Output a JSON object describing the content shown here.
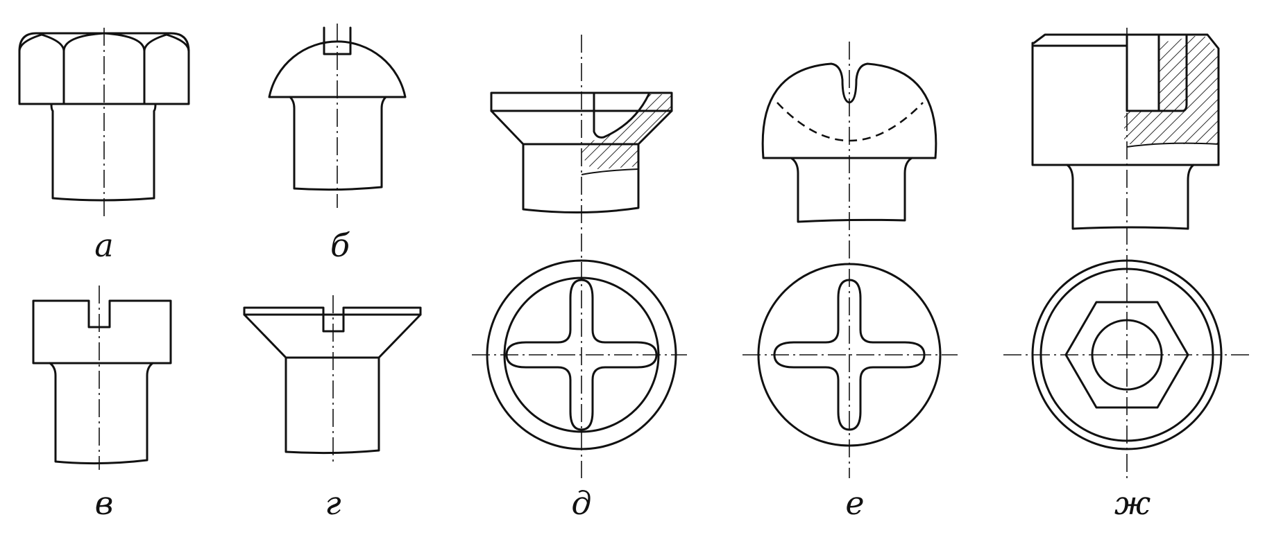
{
  "figure_labels": {
    "a": "а",
    "b": "б",
    "v": "в",
    "g": "г",
    "d": "д",
    "e": "е",
    "zh": "ж"
  },
  "colors": {
    "ink": "#111111",
    "paper": "#ffffff"
  }
}
